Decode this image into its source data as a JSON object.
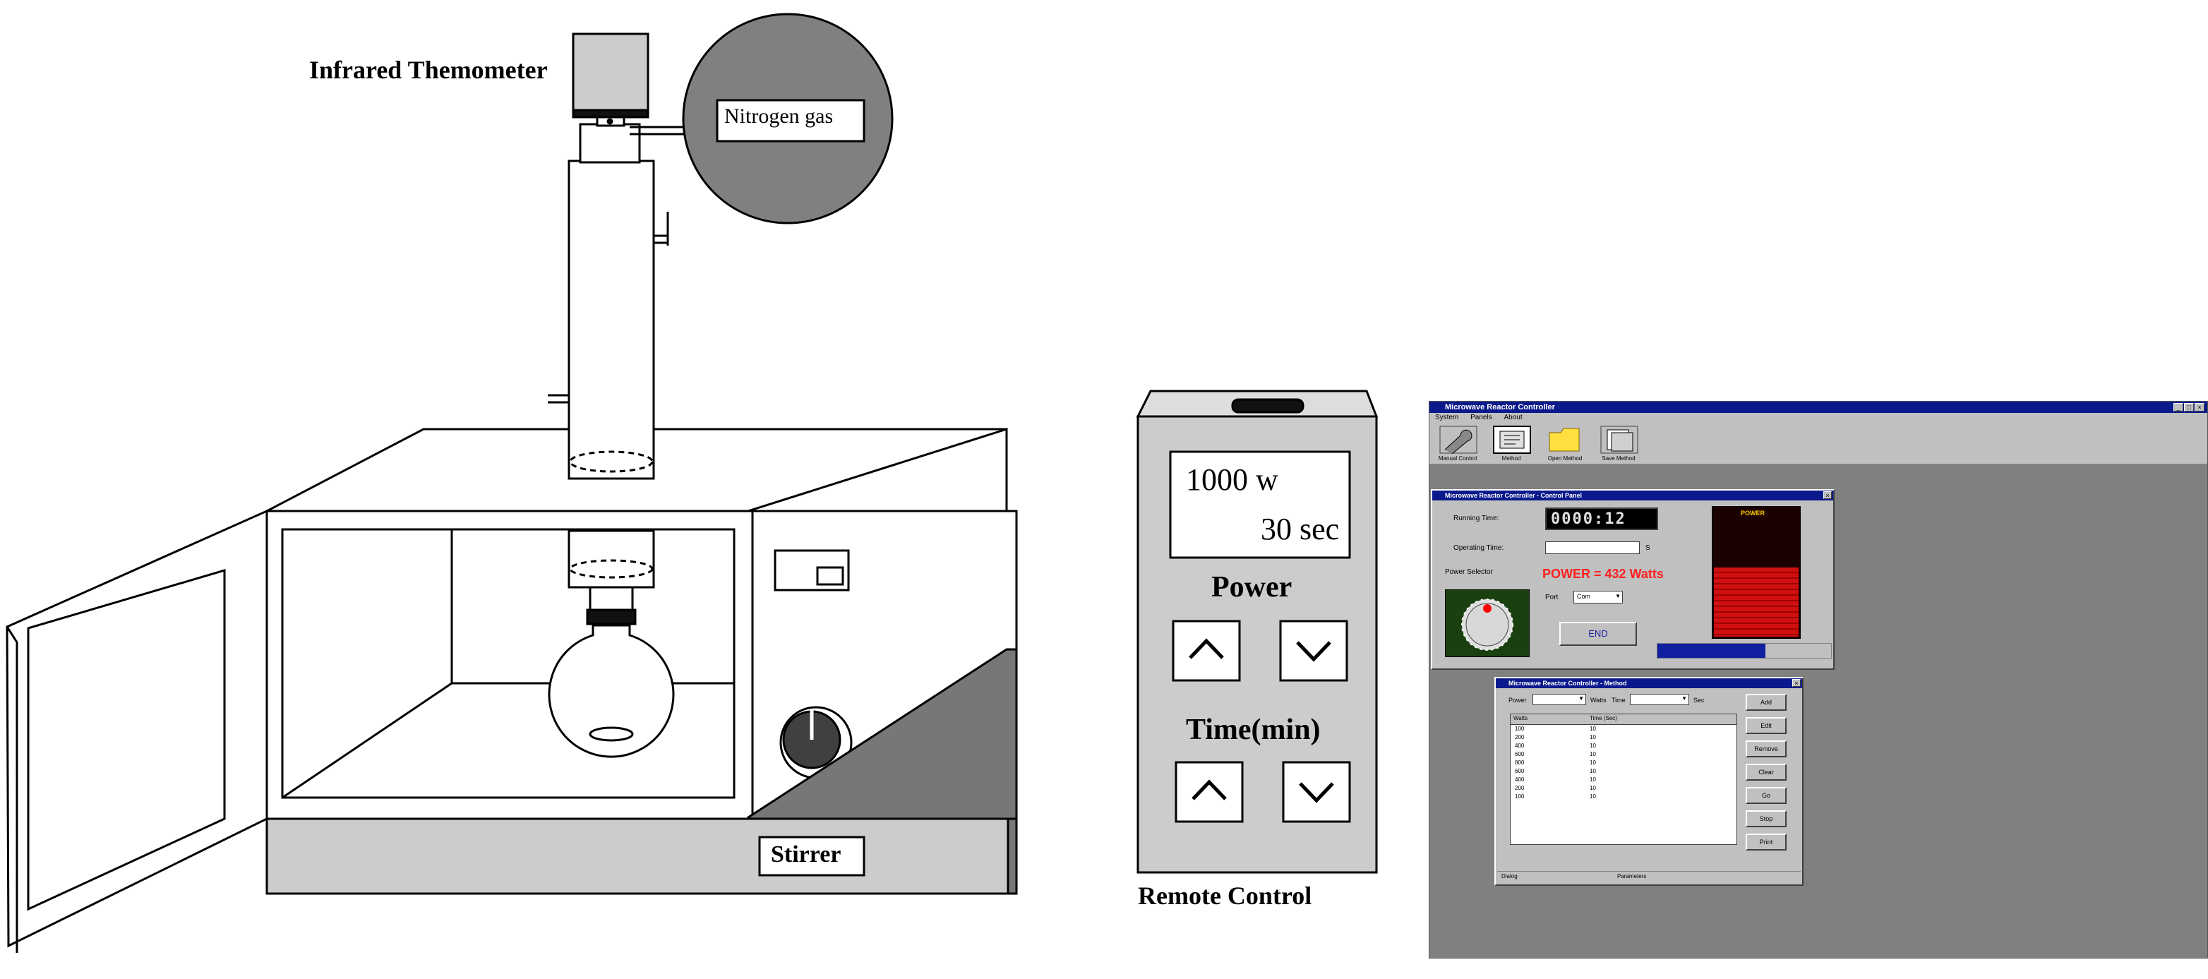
{
  "labels": {
    "thermometer": "Infrared Themometer",
    "nitrogen": "Nitrogen gas",
    "stirrer": "Stirrer",
    "remote_control": "Remote Control"
  },
  "remote": {
    "display_power": "1000 w",
    "display_time": "30 sec",
    "power_label": "Power",
    "time_label": "Time(min)"
  },
  "app": {
    "title": "Microwave Reactor Controller",
    "menu": [
      "System",
      "Panels",
      "About"
    ],
    "toolbar": [
      "Manual Control",
      "Method",
      "Open Method",
      "Save Method"
    ],
    "control_panel": {
      "title": "Microwave Reactor Controller - Control Panel",
      "running_time_label": "Running Time:",
      "running_time_value": "0000:12",
      "operating_time_label": "Operating Time:",
      "operating_time_unit": "S",
      "power_selector_label": "Power Selector",
      "power_readout": "POWER =  432 Watts",
      "port_label": "Port",
      "port_value": "Com",
      "end_button": "END",
      "meter_label": "POWER",
      "meter_level": 0.55
    },
    "method_panel": {
      "title": "Microwave Reactor Controller - Method",
      "power_label": "Power",
      "watts_label": "Watts",
      "time_label": "Time",
      "sec_label": "Sec",
      "columns": [
        "Watts",
        "Time (Sec)"
      ],
      "rows": [
        [
          "100",
          "10"
        ],
        [
          "200",
          "10"
        ],
        [
          "400",
          "10"
        ],
        [
          "600",
          "10"
        ],
        [
          "800",
          "10"
        ],
        [
          "600",
          "10"
        ],
        [
          "400",
          "10"
        ],
        [
          "200",
          "10"
        ],
        [
          "100",
          "10"
        ]
      ],
      "buttons": [
        "Add",
        "Edit",
        "Remove",
        "Clear",
        "Go",
        "Stop",
        "Print"
      ],
      "status_left": "Dialog",
      "status_right": "Parameters"
    }
  },
  "colors": {
    "nitrogen_fill": "#808080",
    "remote_body": "#cccccc",
    "stirrer_base": "#cccccc",
    "titlebar": "#0a1a8c",
    "power_red": "#ff2020",
    "meter_red": "#d01010",
    "progress_blue": "#1020a0"
  }
}
